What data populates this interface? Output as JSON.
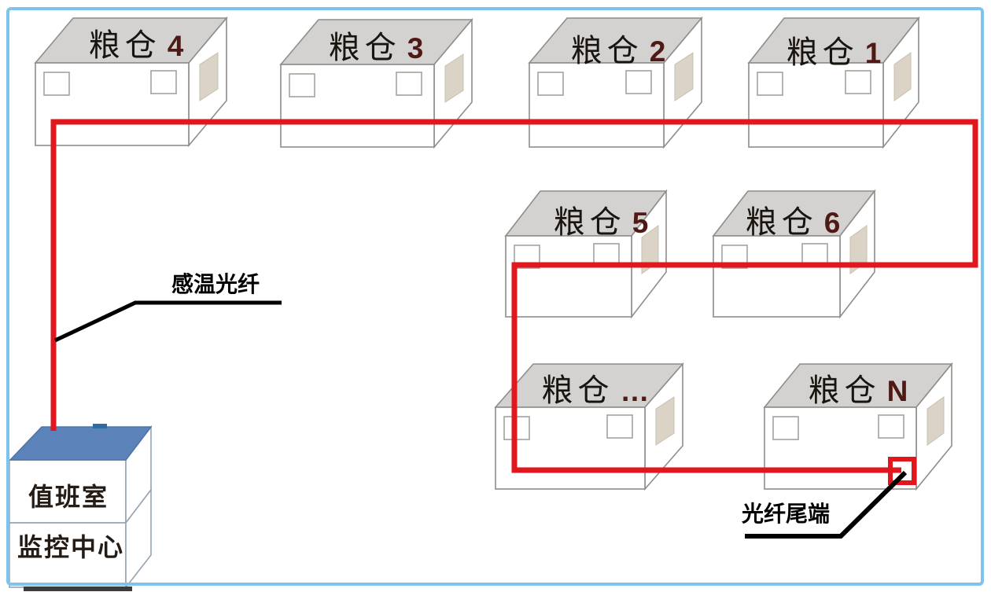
{
  "warehouses": [
    {
      "name": "粮仓",
      "number": "4"
    },
    {
      "name": "粮仓",
      "number": "3"
    },
    {
      "name": "粮仓",
      "number": "2"
    },
    {
      "name": "粮仓",
      "number": "1"
    },
    {
      "name": "粮仓",
      "number": "5"
    },
    {
      "name": "粮仓",
      "number": "6"
    },
    {
      "name": "粮仓",
      "number": "…"
    },
    {
      "name": "粮仓",
      "number": "N"
    }
  ],
  "control_center": {
    "room_label": "值班室",
    "center_label": "监控中心"
  },
  "annotations": {
    "fiber_label": "感温光纤",
    "fiber_end_label": "光纤尾端"
  },
  "colors": {
    "fiber_red": "#e2161d",
    "frame_blue": "#7cc3ed",
    "roof_gray": "#d3d2d0",
    "control_roof_blue": "#5b83ba",
    "warehouse_number_red": "#4f1a15",
    "leader_black": "#000000"
  }
}
